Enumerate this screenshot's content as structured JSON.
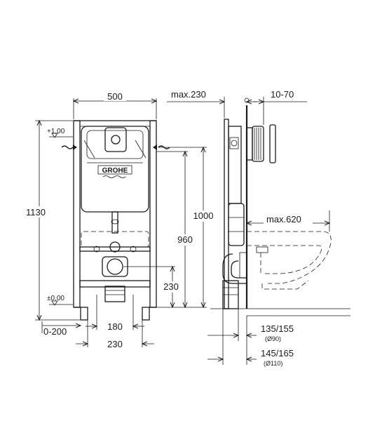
{
  "brand": "GROHE",
  "front_view": {
    "width_label": "500",
    "height_label": "1130",
    "level_top": "+1,00",
    "level_bottom": "±0,00",
    "h1000": "1000",
    "h960": "960",
    "h230": "230",
    "w180": "180",
    "w230": "230",
    "adj": "0-200"
  },
  "side_view": {
    "max230": "max.230",
    "range1070": "10-70",
    "max620": "max.620",
    "d1": "135/155",
    "d1_sub": "(Ø90)",
    "d2": "145/165",
    "d2_sub": "(Ø110)"
  }
}
